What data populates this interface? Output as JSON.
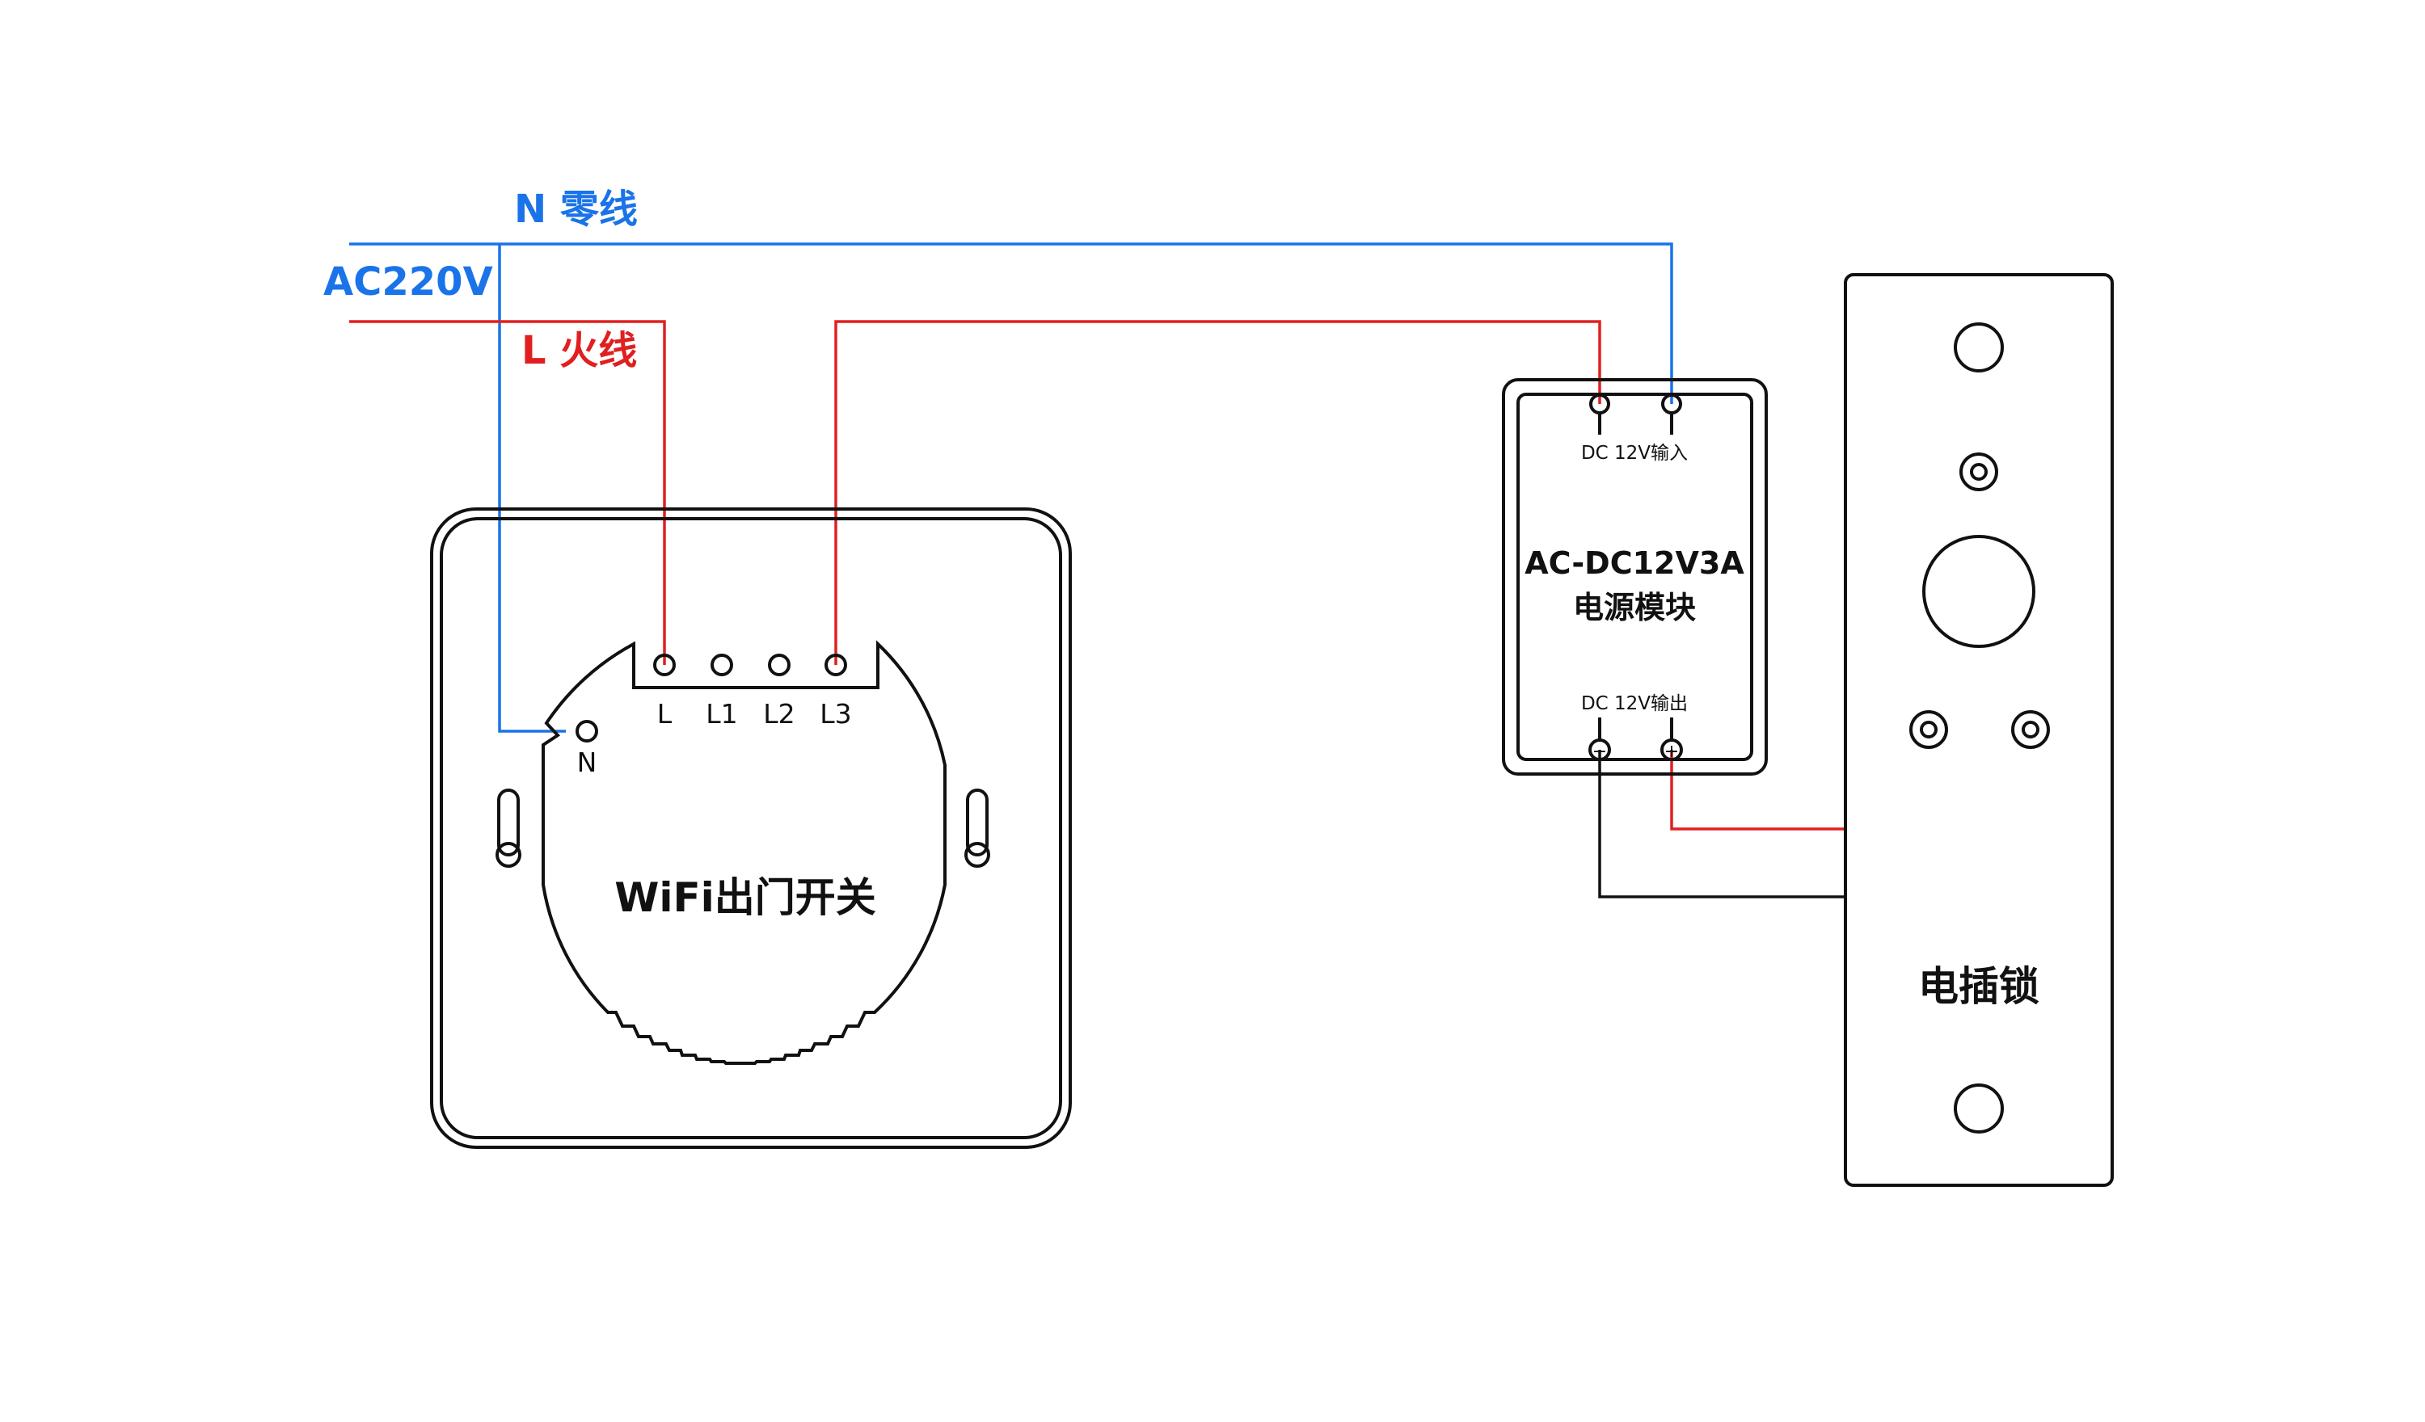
{
  "supply": {
    "voltage": "AC220V",
    "neutral_label": "N 零线",
    "live_label": "L 火线"
  },
  "switch": {
    "title": "WiFi出门开关",
    "terminals": [
      "L",
      "L1",
      "L2",
      "L3"
    ],
    "neutral_terminal": "N"
  },
  "power_module": {
    "model": "AC-DC12V3A",
    "name": "电源模块",
    "input_label": "DC 12V输入",
    "output_label": "DC 12V输出",
    "negative_symbol": "−",
    "positive_symbol": "+"
  },
  "lock": {
    "title": "电插锁"
  },
  "colors": {
    "neutral_wire": "#1a73e8",
    "live_wire": "#e02020",
    "outline": "#111111"
  }
}
